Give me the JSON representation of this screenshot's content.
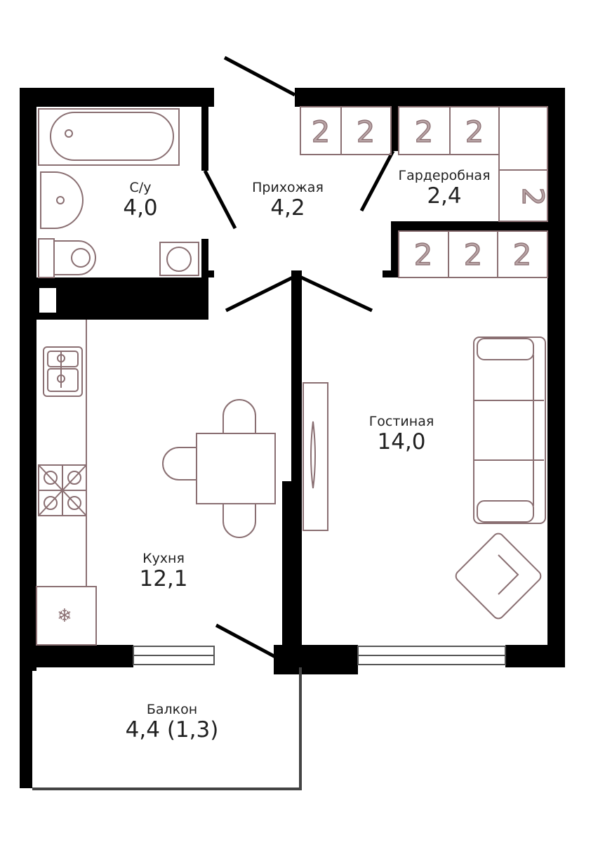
{
  "plan": {
    "colors": {
      "wall": "#000000",
      "furniture": "#8a6f72"
    },
    "rooms": [
      {
        "id": "bathroom",
        "name": "С/у",
        "area": "4,0"
      },
      {
        "id": "hallway",
        "name": "Прихожая",
        "area": "4,2"
      },
      {
        "id": "wardrobe",
        "name": "Гардеробная",
        "area": "2,4"
      },
      {
        "id": "living",
        "name": "Гостиная",
        "area": "14,0"
      },
      {
        "id": "kitchen",
        "name": "Кухня",
        "area": "12,1"
      },
      {
        "id": "balcony",
        "name": "Балкон",
        "area": "4,4 (1,3)"
      }
    ]
  }
}
